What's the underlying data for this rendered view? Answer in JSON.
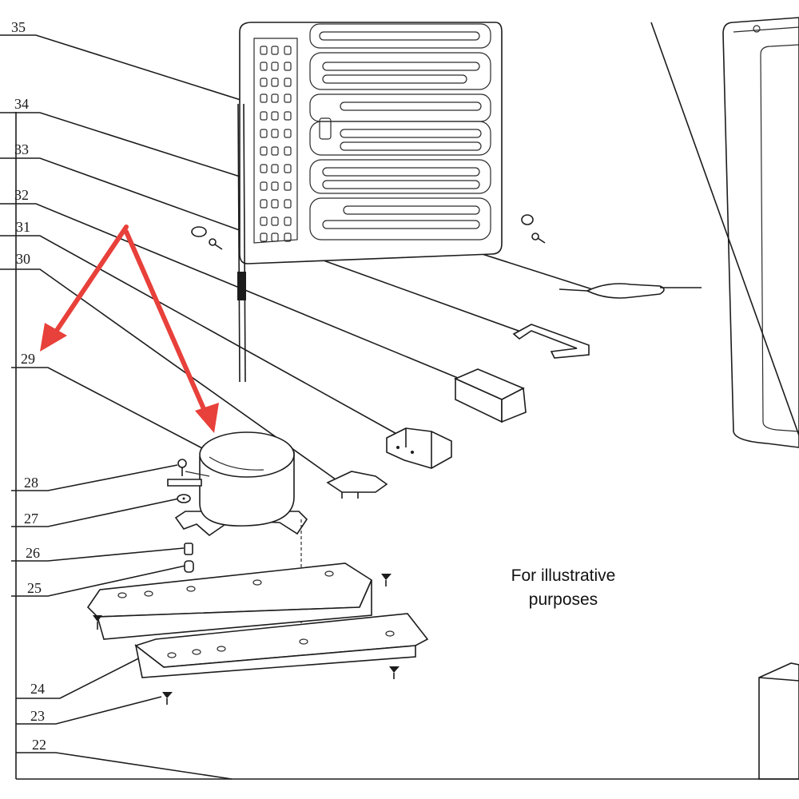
{
  "note": {
    "line1": "For illustrative",
    "line2": "purposes"
  },
  "callouts": [
    "35",
    "34",
    "33",
    "32",
    "31",
    "30",
    "29",
    "28",
    "27",
    "26",
    "25",
    "24",
    "23",
    "22"
  ],
  "colors": {
    "arrow": "#e8403a",
    "ink": "#1c1c1c",
    "background": "#ffffff"
  }
}
